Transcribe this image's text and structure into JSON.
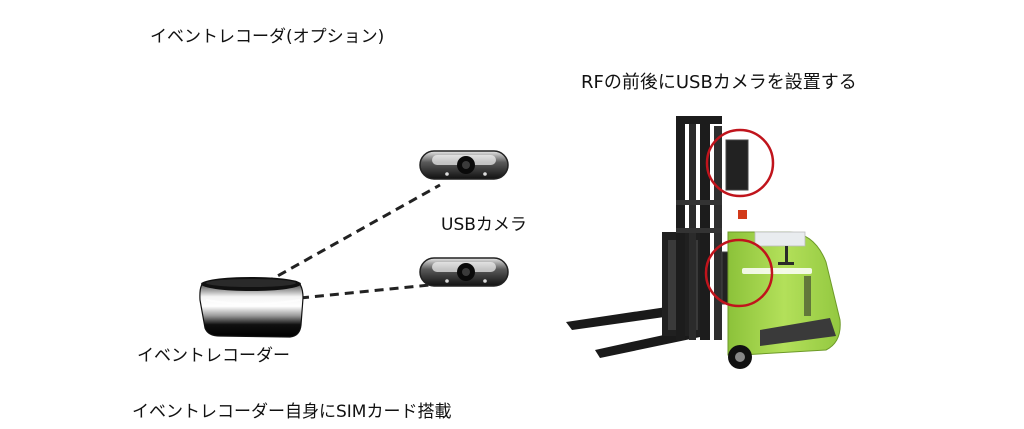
{
  "title": "イベントレコーダ(オプション)",
  "rf_caption": "RFの前後にUSBカメラを設置する",
  "usb_camera_label": "USBカメラ",
  "recorder_label": "イベントレコーダー",
  "sim_caption": "イベントレコーダー自身にSIMカード搭載",
  "colors": {
    "highlight_circle": "#c0141c",
    "forklift_body": "#a6d84a",
    "forklift_mast": "#1c1c1c"
  }
}
